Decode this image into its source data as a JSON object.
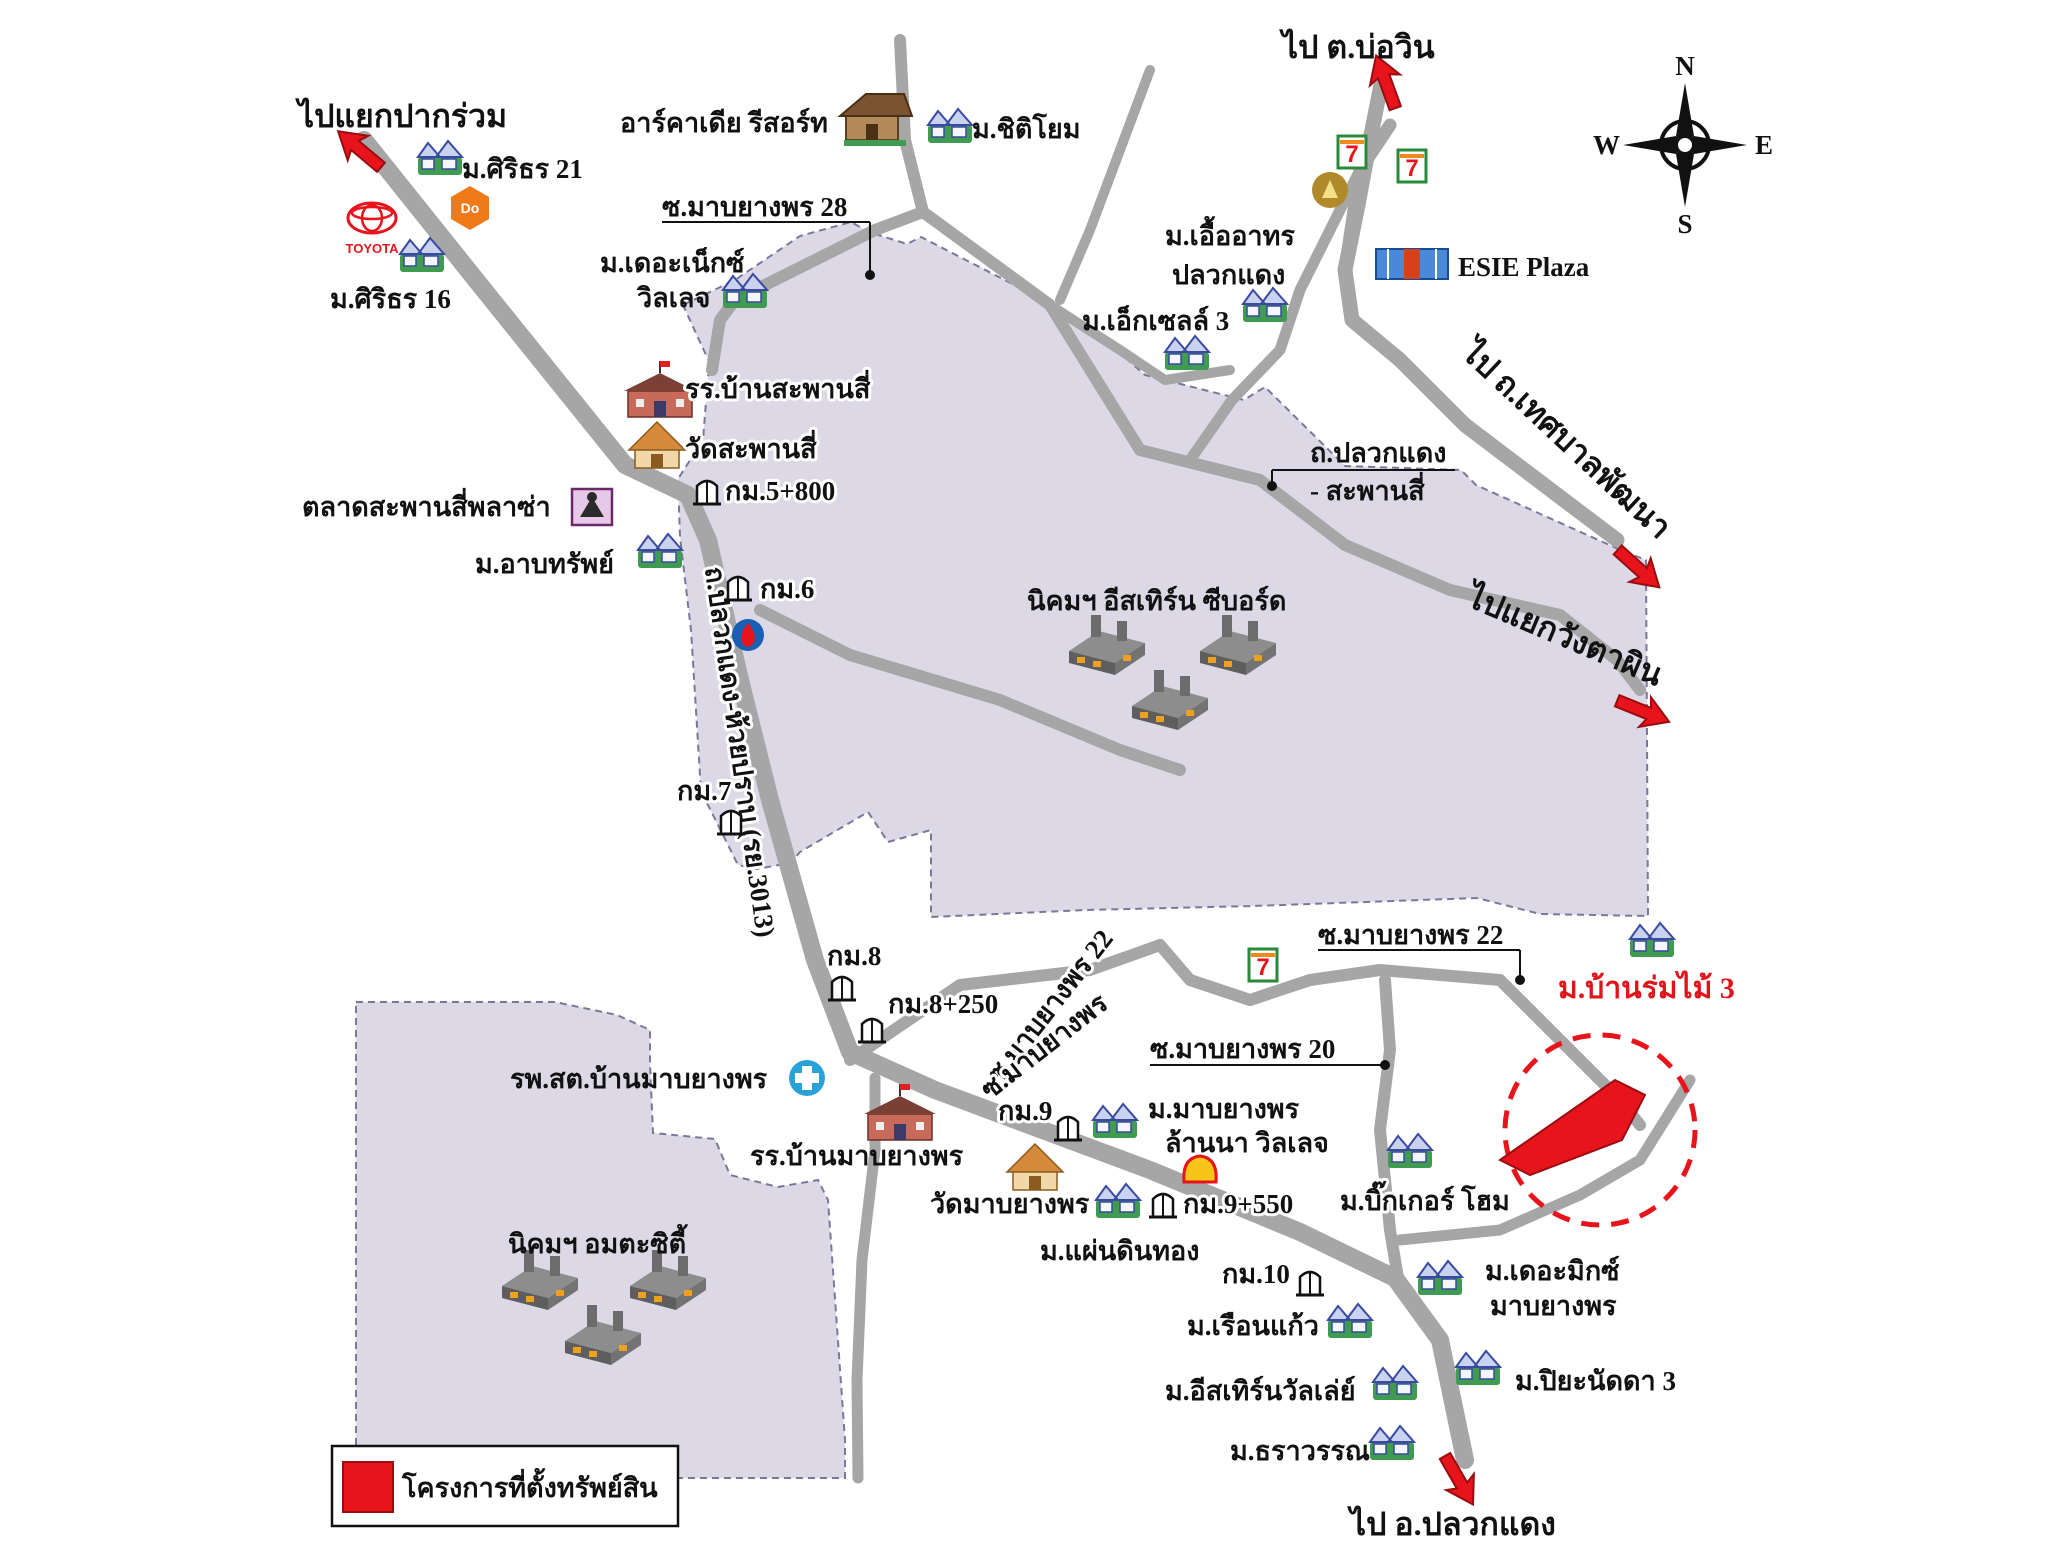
{
  "map": {
    "directions": {
      "pak_ruam": "ไปแยกปากร่วม",
      "bo_win": "ไป ต.บ่อวิน",
      "thetsaban": "ไป ถ.เทศบาลพัฒนา",
      "wang_ta_phin": "ไปแยกวังตาผิน",
      "pluak_daeng": "ไป อ.ปลวกแดง"
    },
    "compass": {
      "n": "N",
      "s": "S",
      "e": "E",
      "w": "W"
    },
    "roads": {
      "main_road": "ถ.ปลวกแดง-ห้วยปราบ (รย.3013)",
      "soi_28": "ซ.มาบยางพร 28",
      "soi_22_diag": "ซ.มาบยางพร 22",
      "soi_22": "ซ.มาบยางพร 22",
      "soi_20": "ซ.มาบยางพร 20",
      "soi_diag_lower": "ซ.มาบยางพร",
      "pluak_daeng_sapan": [
        "ถ.ปลวกแดง",
        "- สะพานสี่"
      ]
    },
    "km_markers": [
      "กม.5+800",
      "กม.6",
      "กม.7",
      "กม.8",
      "กม.8+250",
      "กม.9",
      "กม.9+550",
      "กม.10"
    ],
    "places": {
      "arcadia": "อาร์คาเดีย รีสอร์ท",
      "chitiyom": "ม.ชิติโยม",
      "siritorn21": "ม.ศิริธร 21",
      "siritorn16": "ม.ศิริธร 16",
      "the_next": [
        "ม.เดอะเน็กซ์",
        "วิลเลจ"
      ],
      "school_sapan": "รร.บ้านสะพานสี่",
      "temple_sapan": "วัดสะพานสี่",
      "market": "ตลาดสะพานสี่พลาซ่า",
      "arbsap": "ม.อาบทรัพย์",
      "eua_arthorn": [
        "ม.เอื้ออาทร",
        "ปลวกแดง"
      ],
      "excel3": "ม.เอ็กเซลล์ 3",
      "esie": "ESIE Plaza",
      "eastern_seaboard": "นิคมฯ อีสเทิร์น ซีบอร์ด",
      "amata": "นิคมฯ อมตะซิตี้",
      "hospital": "รพ.สต.บ้านมาบยางพร",
      "school_mab": "รร.บ้านมาบยางพร",
      "temple_mab": "วัดมาบยางพร",
      "lanna": [
        "ม.มาบยางพร",
        "ล้านนา วิลเลจ"
      ],
      "paendin": "ม.แผ่นดินทอง",
      "ruenkaew": "ม.เรือนแก้ว",
      "eastern_valley": "ม.อีสเทิร์นวัลเล่ย์",
      "tarawan": "ม.ธราวรรณ",
      "baan_rom_mai": "ม.บ้านร่มไม้ 3",
      "big_home": "ม.บิ๊กเกอร์ โฮม",
      "the_mix": [
        "ม.เดอะมิกซ์",
        "มาบยางพร"
      ],
      "piyanutda": "ม.ปิยะนัดดา 3",
      "toyota": "TOYOTA",
      "do_home": "Do"
    },
    "legend": {
      "label": "โครงการที่ตั้งทรัพย์สิน"
    },
    "colors": {
      "road": "#a6a6a6",
      "industrial_zone": "#dcd8e6",
      "project": "#e8141c",
      "arrow": "#e8141c",
      "village_icon": "#3f9b4f"
    }
  }
}
